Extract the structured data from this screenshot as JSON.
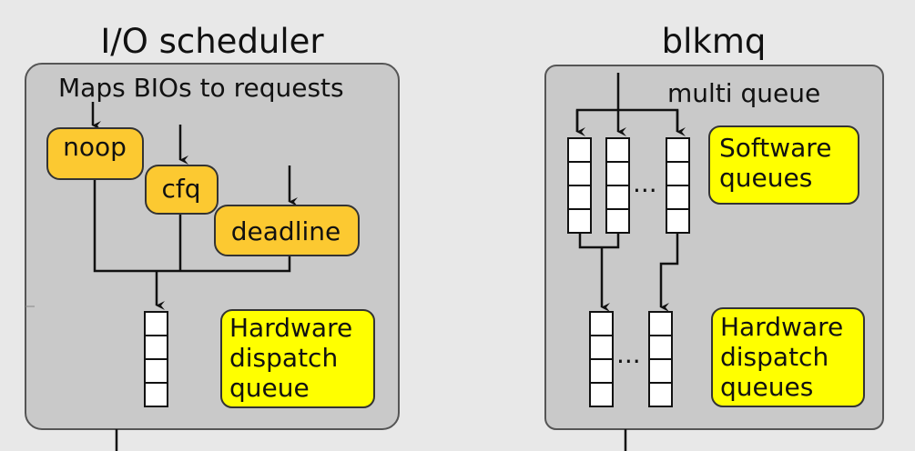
{
  "left": {
    "title": "I/O scheduler",
    "caption": "Maps BIOs to requests",
    "schedulers": [
      "noop",
      "cfq",
      "deadline"
    ],
    "dispatch_label": [
      "Hardware",
      "dispatch",
      "queue"
    ]
  },
  "right": {
    "title": "blkmq",
    "caption": "multi queue",
    "software_label": [
      "Software",
      "queues"
    ],
    "dispatch_label": [
      "Hardware",
      "dispatch",
      "queues"
    ],
    "ellipsis_top": "...",
    "ellipsis_bottom": "..."
  },
  "colors": {
    "scheduler_fill": "#fcc931",
    "label_fill": "#ffff00",
    "panel_fill": "#c9c9c9"
  }
}
